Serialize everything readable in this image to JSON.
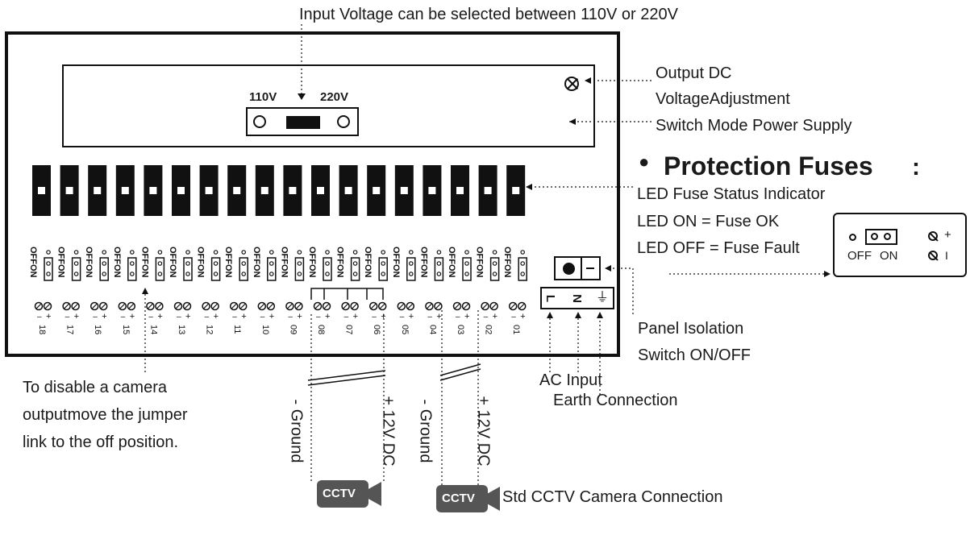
{
  "top_note": "Input Voltage can be selected between 110V or 220V",
  "selector": {
    "left": "110V",
    "right": "220V"
  },
  "right_labels": {
    "output_dc": "Output DC",
    "voltage_adjustment": "VoltageAdjustment",
    "smps": "Switch Mode Power Supply"
  },
  "fuses": {
    "bullet": "●",
    "title": "Protection Fuses",
    "colon": ":",
    "led_indicator": "LED Fuse Status Indicator",
    "led_on": "LED ON = Fuse OK",
    "led_off": "LED OFF = Fuse Fault"
  },
  "inset": {
    "off": "OFF",
    "on": "ON",
    "plus": "+",
    "minus": "I"
  },
  "jumper": {
    "off": "OFF",
    "on": "ON"
  },
  "channels": [
    "18",
    "17",
    "16",
    "15",
    "14",
    "13",
    "12",
    "11",
    "10",
    "09",
    "08",
    "07",
    "06",
    "05",
    "04",
    "03",
    "02",
    "01"
  ],
  "terminal_polarity": {
    "minus": "–",
    "plus": "+"
  },
  "ac_terminals": [
    "L",
    "N",
    "⏚"
  ],
  "panel_isolation": [
    "Panel Isolation",
    "Switch ON/OFF"
  ],
  "ac_input": "AC Input",
  "earth_connection": "Earth Connection",
  "disable_note": [
    "To disable a camera",
    "outputmove the jumper",
    "link to the off position."
  ],
  "wire_labels": {
    "ground": "- Ground",
    "dc": "+ 12V DC"
  },
  "cctv_label": "CCTV",
  "std_connection": "Std CCTV Camera Connection",
  "colors": {
    "ink": "#111111",
    "text": "#1a1a1a",
    "camera": "#555555"
  }
}
